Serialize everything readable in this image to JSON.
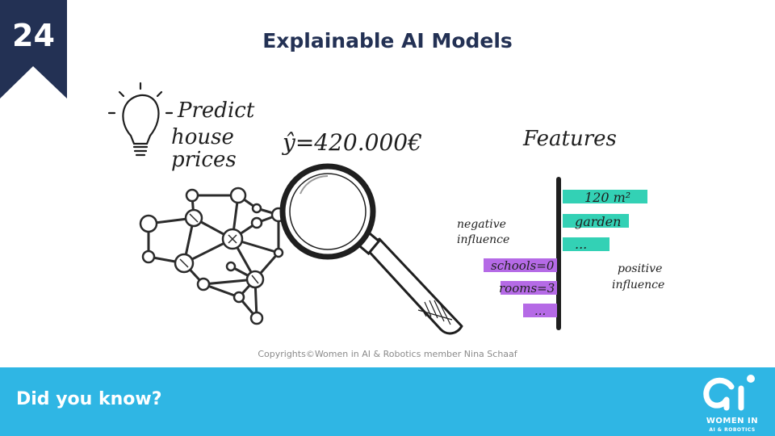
{
  "slide": {
    "number": "24",
    "title": "Explainable AI Models",
    "copyright": "Copyrights©Women in AI & Robotics member Nina Schaaf"
  },
  "illustration": {
    "note_line1": "Predict",
    "note_line2": "house",
    "note_line3": "prices",
    "prediction": "ŷ=420.000€",
    "features_heading": "Features",
    "negative_label_line1": "negative",
    "negative_label_line2": "influence",
    "positive_label_line1": "positive",
    "positive_label_line2": "influence",
    "feature_area": "120 m²",
    "feature_garden": "garden",
    "feature_more_positive": "...",
    "feature_schools": "schools=0",
    "feature_rooms": "rooms=3",
    "feature_more_negative": "...",
    "icons": [
      "lightbulb-icon",
      "neural-network-icon",
      "magnifying-glass-icon"
    ]
  },
  "footer": {
    "text": "Did you know?",
    "logo_line1": "WOMEN IN",
    "logo_line2": "AI & ROBOTICS"
  },
  "colors": {
    "navy": "#233154",
    "footer_blue": "#2fb6e4",
    "positive_teal": "#33d1b5",
    "negative_purple": "#b56ae6"
  }
}
